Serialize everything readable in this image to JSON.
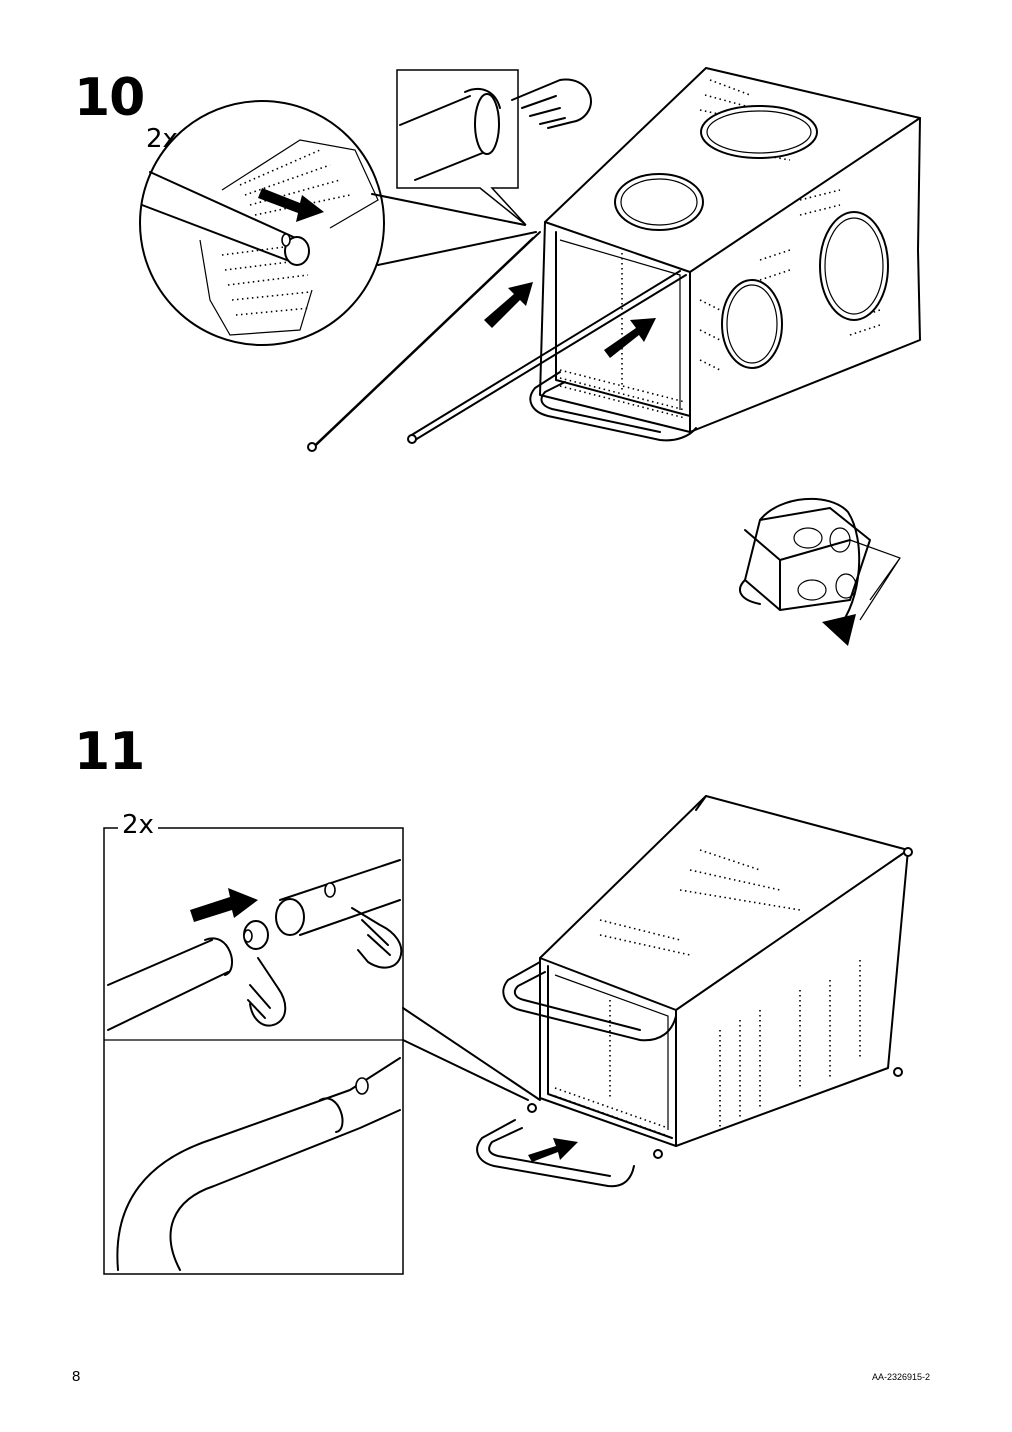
{
  "steps": [
    {
      "number": "10",
      "quantity": "2x"
    },
    {
      "number": "11",
      "quantity": "2x"
    }
  ],
  "footer": {
    "page_number": "8",
    "document_code": "AA-2326915-2"
  },
  "icons": {
    "finger_push": "pointing-hand-icon",
    "rotate": "rotate-arrow-icon",
    "insert_arrow": "insert-arrow-icon"
  }
}
